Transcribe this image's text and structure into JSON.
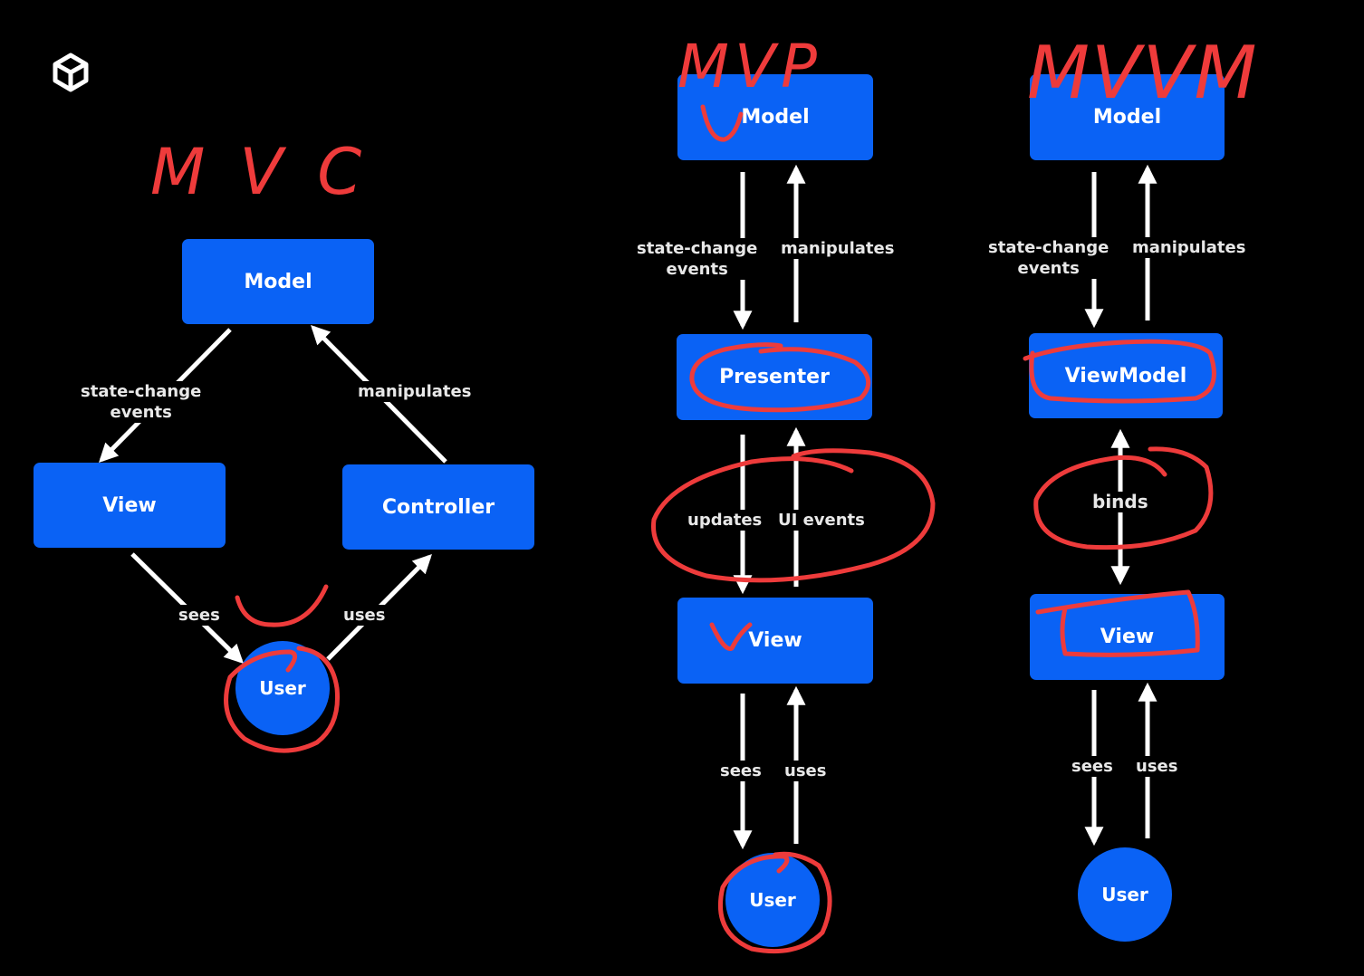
{
  "annotations": {
    "mvc_title": "MVC",
    "mvp_title": "MVP",
    "mvvm_title": "MVVM",
    "ink_color": "#ee3b3b"
  },
  "colors": {
    "node_fill": "#0a62f5",
    "arrow": "#ffffff",
    "background": "#000000"
  },
  "logo": {
    "icon": "unity-cube-icon"
  },
  "mvc": {
    "model": "Model",
    "view": "View",
    "controller": "Controller",
    "user": "User",
    "state_change_events": "state-change\nevents",
    "manipulates": "manipulates",
    "sees": "sees",
    "uses": "uses"
  },
  "mvp": {
    "model": "Model",
    "presenter": "Presenter",
    "view": "View",
    "user": "User",
    "state_change_events": "state-change\nevents",
    "manipulates": "manipulates",
    "updates": "updates",
    "ui_events": "UI events",
    "sees": "sees",
    "uses": "uses"
  },
  "mvvm": {
    "model": "Model",
    "viewmodel": "ViewModel",
    "view": "View",
    "user": "User",
    "state_change_events": "state-change\nevents",
    "manipulates": "manipulates",
    "binds": "binds",
    "sees": "sees",
    "uses": "uses"
  }
}
